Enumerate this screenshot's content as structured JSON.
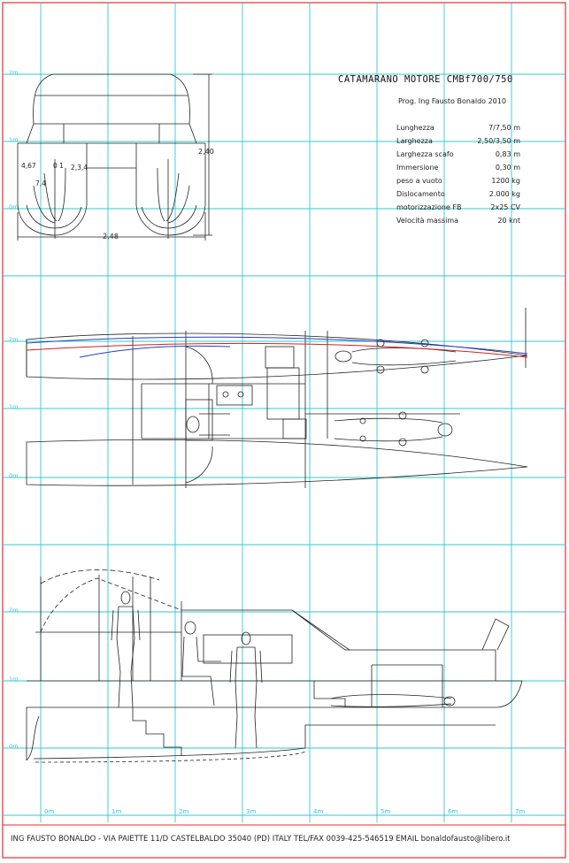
{
  "title": "CATAMARANO MOTORE CMBf700/750",
  "author": "Prog. Ing Fausto Bonaldo 2010",
  "specs": [
    {
      "label": "Lunghezza",
      "value": "7/7,50 m"
    },
    {
      "label": "Larghezza",
      "value": "2,50/3,50 m"
    },
    {
      "label": "Larghezza scafo",
      "value": "0,83 m"
    },
    {
      "label": "Immersione",
      "value": "0,30 m"
    },
    {
      "label": "peso a vuoto",
      "value": "1200 kg"
    },
    {
      "label": "Dislocamento",
      "value": "2.000 kg"
    },
    {
      "label": "motorizzazione FB",
      "value": "2x25 CV"
    },
    {
      "label": "Velocità massima",
      "value": "20 knt"
    }
  ],
  "front_view": {
    "height_labels": [
      "2m",
      "1m",
      "0m"
    ],
    "dim_height": "2,40",
    "dim_width": "2,48",
    "station_labels": [
      "4,67",
      "0 1",
      "2,3,4"
    ],
    "hull_label": "7,4"
  },
  "plan_view": {
    "height_labels": [
      "2m",
      "1m",
      "0m"
    ]
  },
  "profile_view": {
    "height_labels": [
      "2m",
      "1m",
      "0m"
    ]
  },
  "bottom_axis_labels": [
    "0m",
    "1m",
    "2m",
    "3m",
    "4m",
    "5m",
    "6m",
    "7m"
  ],
  "footer": "ING FAUSTO BONALDO - VIA PAIETTE 11/D CASTELBALDO 35040 (PD) ITALY TEL/FAX 0039-425-546519 EMAIL bonaldofausto@libero.it",
  "colors": {
    "grid": "#33c8d6",
    "border": "#e03030",
    "line": "#222222",
    "blue": "#2a3cc8",
    "red": "#d42020"
  }
}
